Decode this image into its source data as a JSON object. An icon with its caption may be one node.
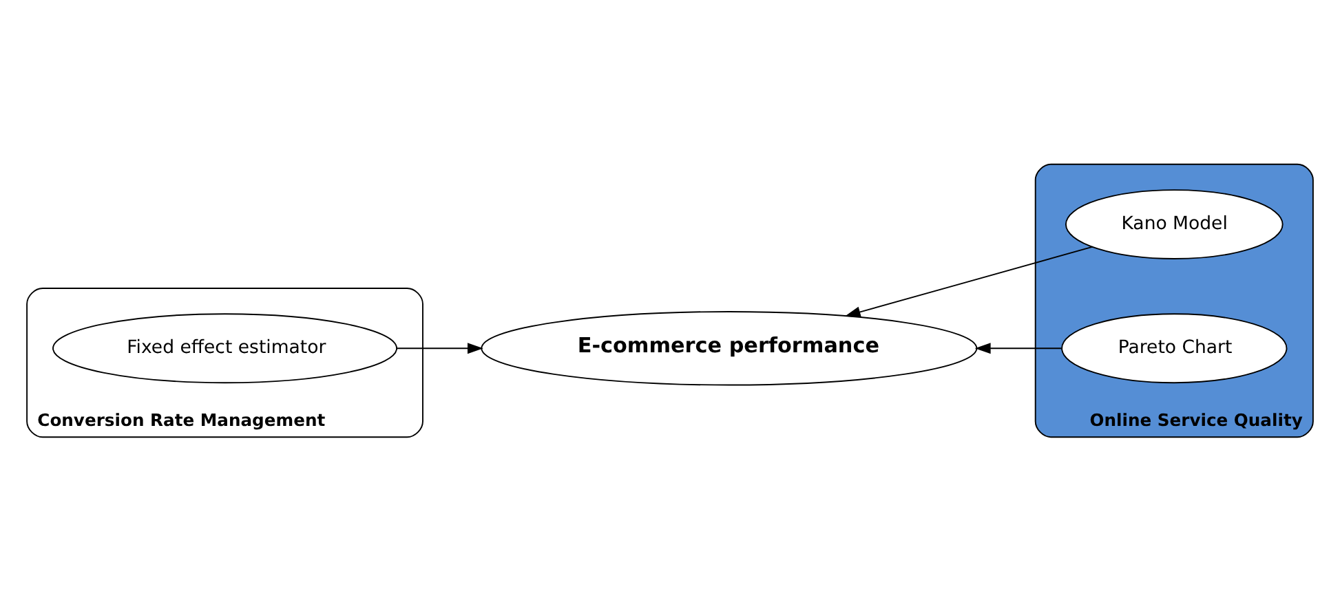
{
  "diagram": {
    "nodes": [
      {
        "text": [
          "Conversion Rate Management"
        ]
      },
      {
        "text": [
          "Online Service Quality"
        ]
      },
      {
        "text": [
          "Kano Model"
        ],
        "in": 1
      },
      {
        "text": [
          "Fixed effect estimator"
        ],
        "in": 0
      },
      {
        "text": [
          "E-commerce performance"
        ]
      },
      {
        "text": [
          "Pareto Chart"
        ],
        "in": 1
      }
    ],
    "edges": [
      {
        "from": 3,
        "to": 4,
        "arrow": "to"
      },
      {
        "from": 2,
        "to": 4,
        "arrow": "to"
      },
      {
        "from": 5,
        "to": 4,
        "arrow": "to"
      }
    ]
  }
}
